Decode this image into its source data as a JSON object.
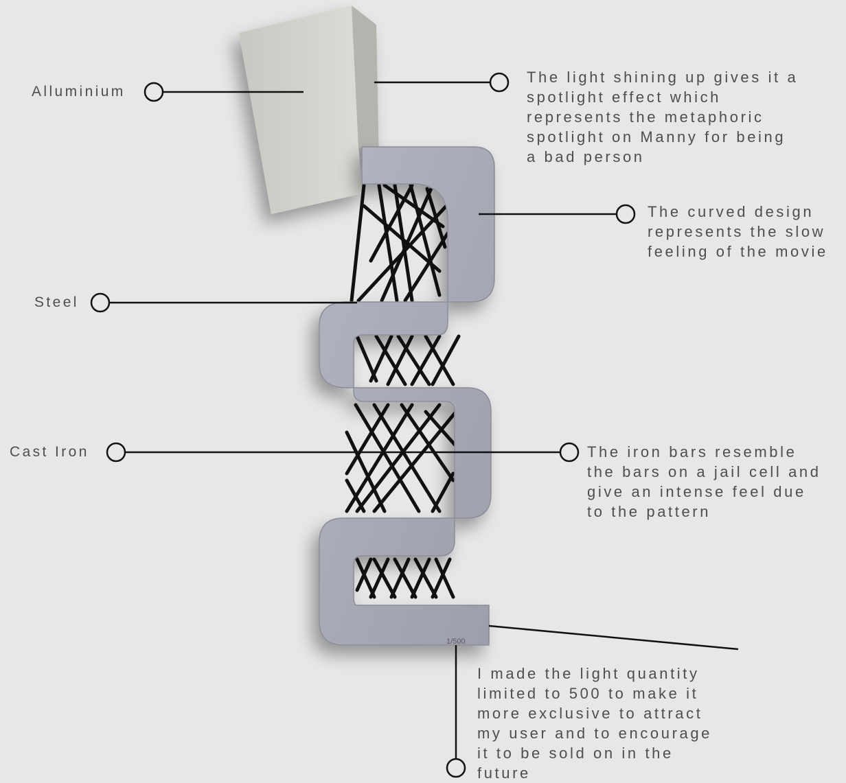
{
  "labels": {
    "aluminium": "Alluminium",
    "steel": "Steel",
    "cast_iron": "Cast Iron"
  },
  "notes": {
    "spotlight": "The light shining up gives it a\nspotlight effect which\nrepresents the metaphoric\nspotlight on Manny for being\na bad person",
    "curve": "The curved design\nrepresents the slow\nfeeling of the movie",
    "bars": "The iron bars resemble\nthe bars on a jail cell and\ngive an intense feel due\nto the pattern",
    "quantity": "I made the light quantity\nlimited to 500 to make it\nmore exclusive to attract\nmy user and to encourage\nit to be sold on in the\nfuture"
  },
  "edition": "1/500",
  "colors": {
    "background": "#e7e7e7",
    "body": "#a8aab6",
    "body_shade": "#8e909c",
    "plate": "#cfcfca",
    "bars": "#111111",
    "text": "#4e4e4e"
  }
}
